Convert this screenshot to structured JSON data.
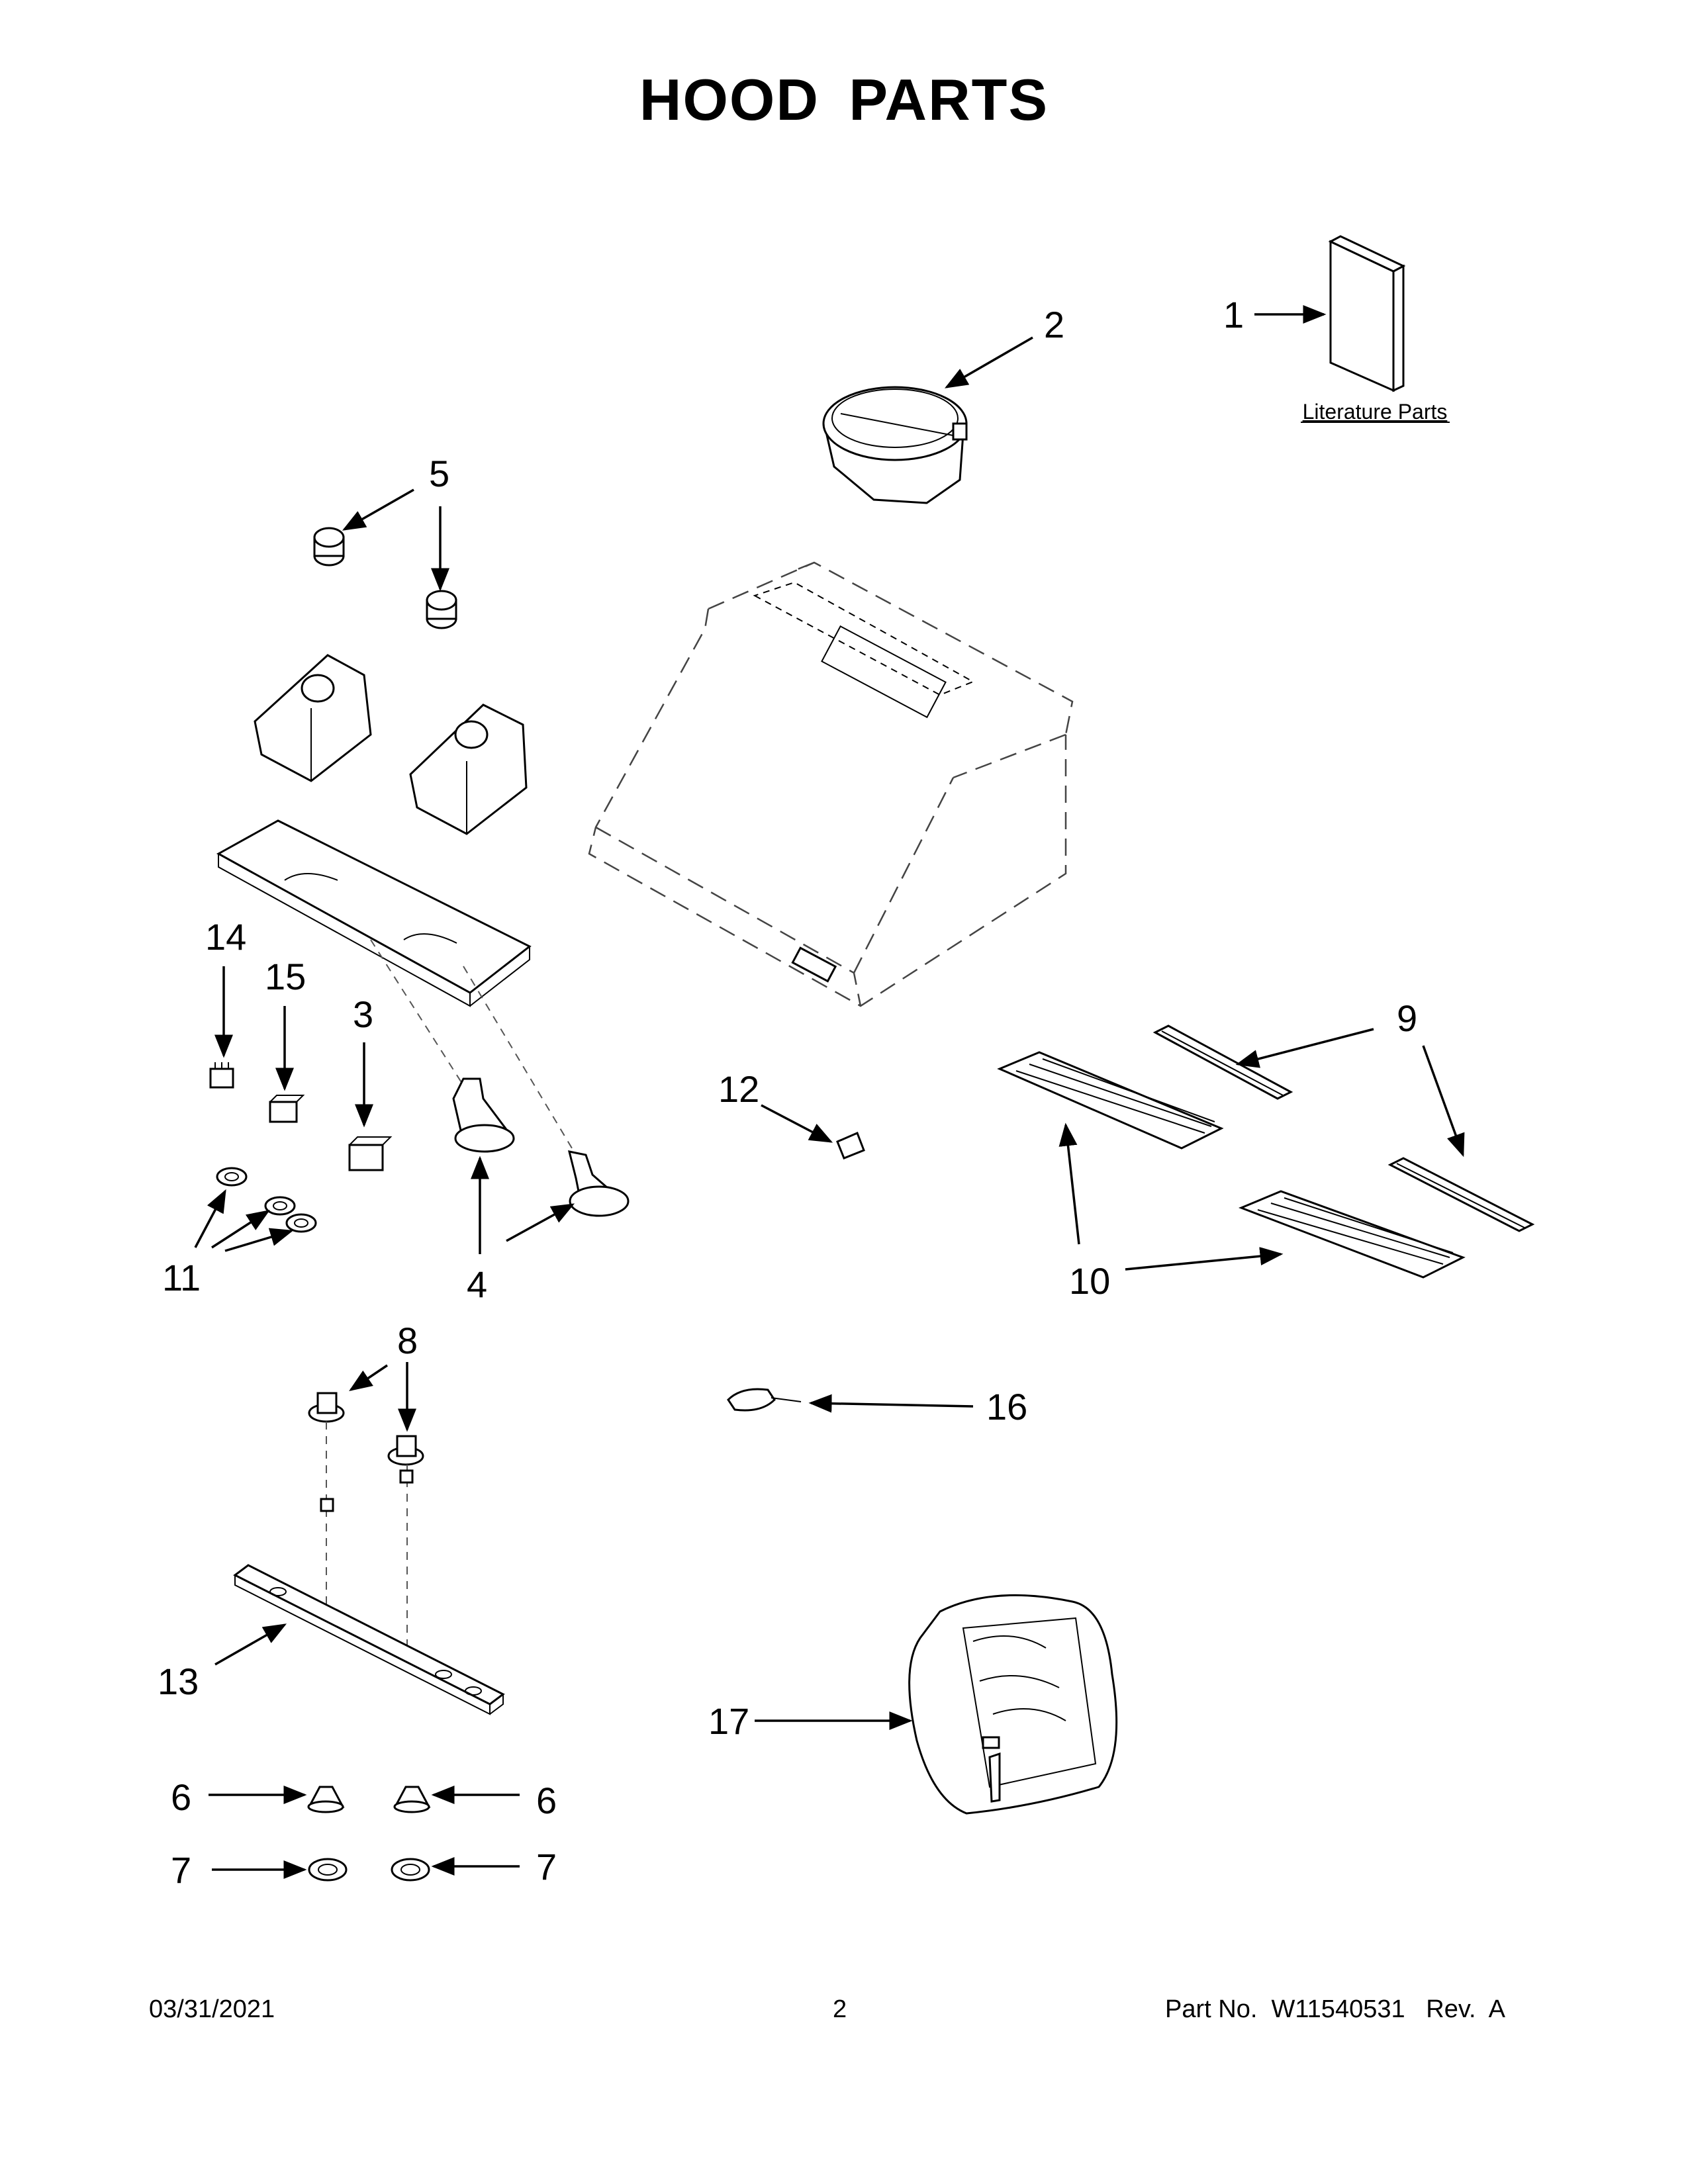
{
  "title": "HOOD PARTS",
  "literature_label": "Literature Parts",
  "callouts": {
    "c1": "1",
    "c2": "2",
    "c3": "3",
    "c4": "4",
    "c5": "5",
    "c6a": "6",
    "c6b": "6",
    "c7a": "7",
    "c7b": "7",
    "c8": "8",
    "c9": "9",
    "c10": "10",
    "c11": "11",
    "c12": "12",
    "c13": "13",
    "c14": "14",
    "c15": "15",
    "c16": "16",
    "c17": "17"
  },
  "footer": {
    "date": "03/31/2021",
    "page": "2",
    "part_no": "Part No.  W11540531   Rev.  A"
  }
}
